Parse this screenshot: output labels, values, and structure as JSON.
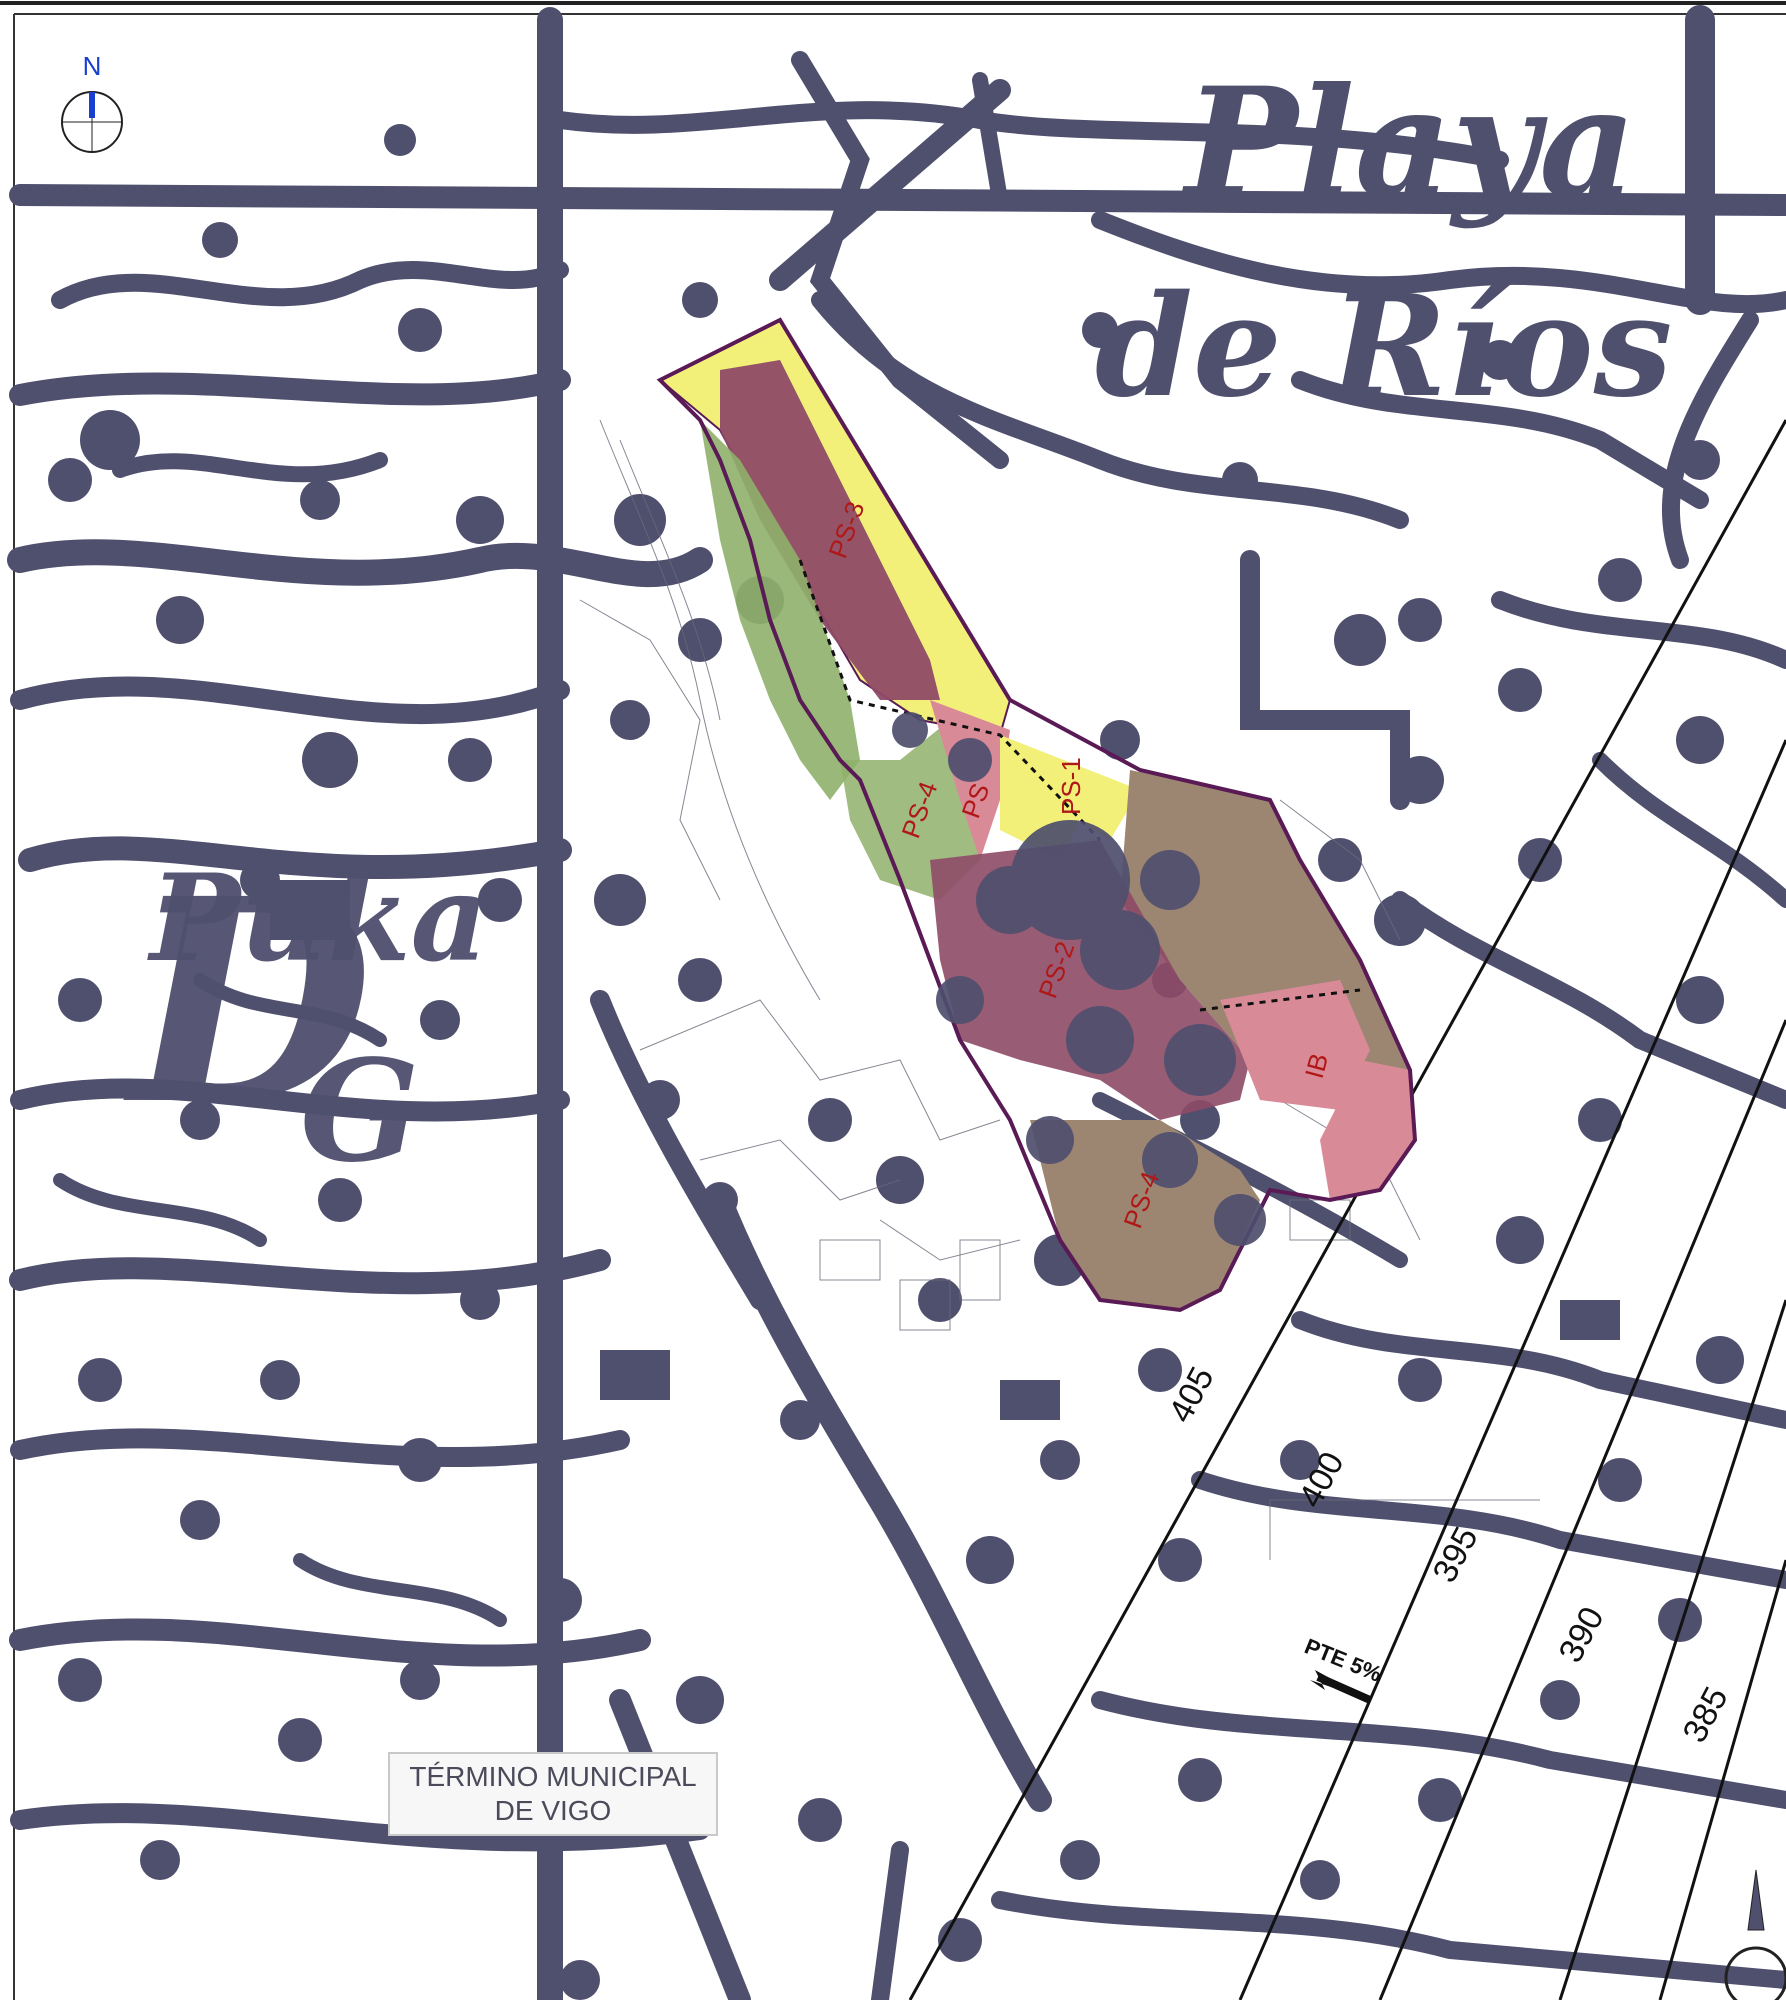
{
  "map": {
    "place_name_line1": "Playa",
    "place_name_line2": "de Ríos",
    "north_label": "N",
    "municipality_line1": "TÉRMINO MUNICIPAL",
    "municipality_line2": "DE VIGO",
    "slope_label": "PTE 5%",
    "contours": [
      "405",
      "400",
      "395",
      "390",
      "385"
    ],
    "zones": [
      "PS-3",
      "PS-4",
      "PS",
      "PS-1",
      "PS-4",
      "IB",
      "PS-2"
    ]
  },
  "colors": {
    "base_map": "#4f4f6e",
    "paper": "#ffffff",
    "zone_yellow": "#f3f07a",
    "zone_plum": "#8e4a66",
    "zone_pink": "#d98a97",
    "zone_green": "#8fb06a",
    "zone_taupe": "#9c8672",
    "boundary": "#5a1a55",
    "zone_label": "#b01818",
    "north_arrow": "#1a3fd0"
  }
}
